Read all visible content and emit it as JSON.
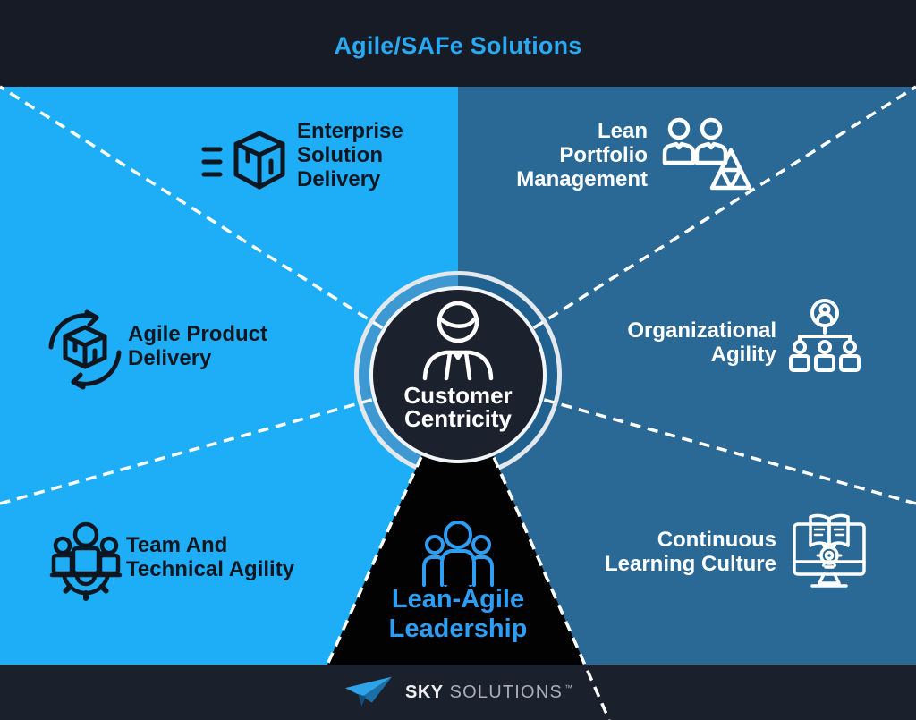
{
  "header": {
    "title": "Agile/SAFe Solutions"
  },
  "center": {
    "title_line1": "Customer",
    "title_line2": "Centricity",
    "icon": "customer-person-icon"
  },
  "segments": {
    "enterprise_solution_delivery": {
      "line1": "Enterprise",
      "line2": "Solution",
      "line3": "Delivery",
      "icon": "delivery-box-icon"
    },
    "lean_portfolio_management": {
      "line1": "Lean",
      "line2": "Portfolio",
      "line3": "Management",
      "icon": "people-pyramid-icon"
    },
    "agile_product_delivery": {
      "line1": "Agile Product",
      "line2": "Delivery",
      "icon": "package-cycle-icon"
    },
    "organizational_agility": {
      "line1": "Organizational",
      "line2": "Agility",
      "icon": "org-chart-icon"
    },
    "team_and_technical_agility": {
      "line1": "Team And",
      "line2": "Technical Agility",
      "icon": "team-gear-icon"
    },
    "continuous_learning_culture": {
      "line1": "Continuous",
      "line2": "Learning Culture",
      "icon": "learning-monitor-icon"
    },
    "lean_agile_leadership": {
      "line1": "Lean-Agile",
      "line2": "Leadership",
      "icon": "leadership-people-icon"
    }
  },
  "footer": {
    "brand_primary": "SKY",
    "brand_secondary": "SOLUTIONS",
    "trademark": "™",
    "logo": "paper-plane-logo"
  },
  "colors": {
    "left_panel": "#1DAEF7",
    "right_panel": "#2A6896",
    "header_bg": "#161B25",
    "footer_bg": "#1B212C",
    "leadership_wedge": "#020202",
    "center_disc": "#1B212D",
    "accent_blue": "#2AA9F2",
    "leadership_text": "#2E9EF5",
    "dark_text": "#0D1722",
    "ring_band_left": "#3E98D1",
    "ring_band_right": "#20618F",
    "divider_line": "#FFFFFF"
  }
}
